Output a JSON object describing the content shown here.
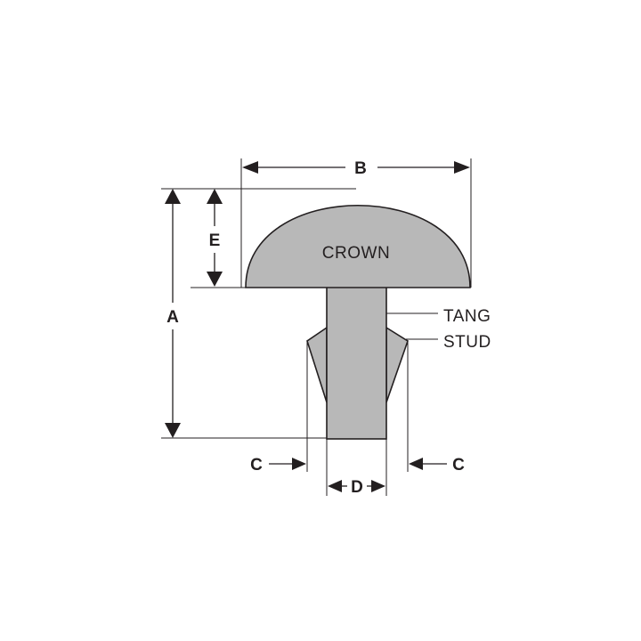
{
  "parts": {
    "crown": "CROWN",
    "tang": "TANG",
    "stud": "STUD"
  },
  "dimensions": {
    "a": "A",
    "b": "B",
    "c_left": "C",
    "c_right": "C",
    "d": "D",
    "e": "E"
  },
  "colors": {
    "fill": "#b8b8b8",
    "ink": "#231f20",
    "background": "#ffffff"
  }
}
